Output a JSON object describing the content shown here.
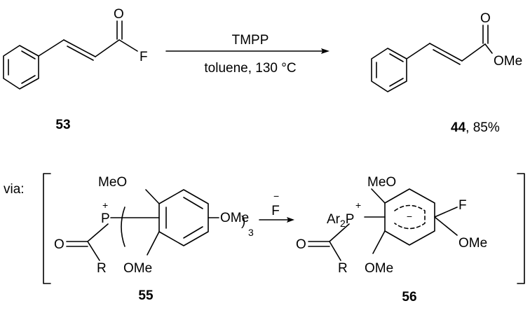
{
  "scheme": {
    "reactant": {
      "number": "53",
      "substituent_label": "F",
      "carbonyl_label": "O"
    },
    "reagent": "TMPP",
    "conditions": "toluene, 130 °C",
    "product": {
      "number": "44",
      "yield": ", 85%",
      "substituent_label": "OMe",
      "carbonyl_label": "O"
    },
    "mechanism": {
      "prefix": "via:",
      "fluoride": "F",
      "fluoride_charge": "−",
      "intermediate1": {
        "number": "55",
        "top_group": "MeO",
        "bottom_group": "OMe",
        "para_group": "OMe",
        "close_paren": ")",
        "subscript": "3",
        "phosphorus": "P",
        "charge": "+",
        "oxygen": "O",
        "r_group": "R"
      },
      "intermediate2": {
        "number": "56",
        "top_group": "MeO",
        "bottom_group": "OMe",
        "fluoro": "F",
        "para_group": "OMe",
        "aryl": "Ar",
        "aryl_subscript": "2",
        "phosphorus": "P",
        "charge": "+",
        "oxygen": "O",
        "r_group": "R"
      }
    }
  }
}
